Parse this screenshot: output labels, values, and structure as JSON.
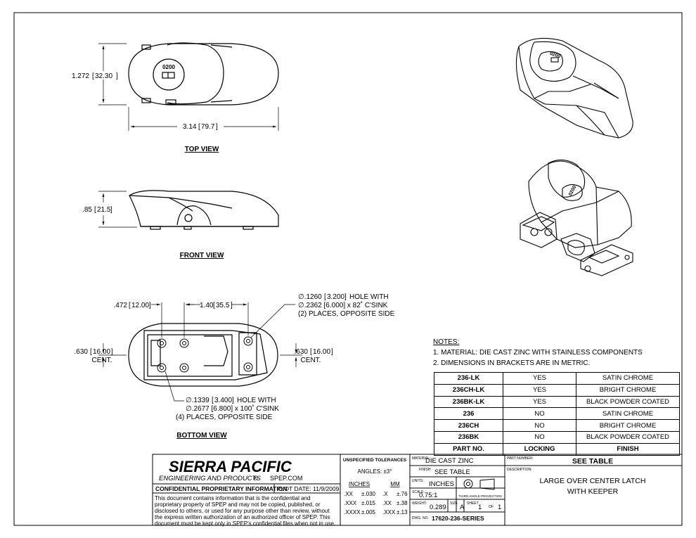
{
  "views": {
    "top": {
      "title": "TOP VIEW",
      "dim_height": "1.272",
      "dim_height_mm": "32.30",
      "dim_width": "3.14",
      "dim_width_mm": "79.7",
      "lock_code": "0200"
    },
    "front": {
      "title": "FRONT VIEW",
      "dim_height": ".85",
      "dim_height_mm": "21.5"
    },
    "bottom": {
      "title": "BOTTOM VIEW",
      "dim_offset": ".472",
      "dim_offset_mm": "12.00",
      "dim_spacing": "1.40",
      "dim_spacing_mm": "35.5",
      "dim_left_cent": ".630",
      "dim_left_cent_mm": "16.00",
      "dim_right_cent": ".630",
      "dim_right_cent_mm": "16.00",
      "cent_label": "CENT.",
      "hole1": {
        "line1": "∅.1260",
        "line1_mm": "3.200",
        "line1_tail": "HOLE WITH",
        "line2": "∅.2362 [6.000] x 82˚ C'SINK",
        "line3": "(2) PLACES, OPPOSITE SIDE"
      },
      "hole2": {
        "line1": "∅.1339",
        "line1_mm": "3.400",
        "line1_tail": "HOLE WITH",
        "line2": "∅.2677 [6.800] x 100˚ C'SINK",
        "line3": "(4) PLACES, OPPOSITE SIDE"
      }
    },
    "iso": {
      "lock_code": "0200"
    }
  },
  "notes": {
    "title": "NOTES:",
    "items": [
      "1.  MATERIAL: DIE CAST ZINC WITH STAINLESS COMPONENTS",
      "2.  DIMENSIONS IN BRACKETS ARE IN METRIC."
    ]
  },
  "parts_table": {
    "rows": [
      [
        "236-LK",
        "YES",
        "SATIN CHROME"
      ],
      [
        "236CH-LK",
        "YES",
        "BRIGHT CHROME"
      ],
      [
        "236BK-LK",
        "YES",
        "BLACK POWDER COATED"
      ],
      [
        "236",
        "NO",
        "SATIN CHROME"
      ],
      [
        "236CH",
        "NO",
        "BRIGHT CHROME"
      ],
      [
        "236BK",
        "NO",
        "BLACK POWDER COATED"
      ]
    ],
    "headers": [
      "PART NO.",
      "LOCKING",
      "FINISH"
    ]
  },
  "title_block": {
    "company": "SIERRA PACIFIC",
    "company_sub": "ENGINEERING AND PRODUCTS",
    "registered": "®",
    "website": "SPEP.COM",
    "confidential_label": "CONFIDENTIAL PROPRIETARY INFORMATION",
    "plot_date": "PLOT DATE: 11/9/2009",
    "disclaimer": [
      "This document contains information that is the confidential and",
      "proprietary property of SPEP and may not be copied, published, or",
      "disclosed to others, or used for any purpose  other than review, without",
      "the express written authorization of an authorized officer of SPEP. This",
      "document must be kept only in SPEP's confidential files when not in use."
    ],
    "tolerances": {
      "title": "UNSPECIFIED TOLERANCES",
      "angles": "ANGLES:  ±3°",
      "inches_hdr": "INCHES",
      "mm_hdr": "MM",
      "rows": [
        [
          ".XX",
          "±.030",
          ".X",
          "±.76"
        ],
        [
          ".XXX",
          "±.015",
          ".XX",
          "±.38"
        ],
        [
          ".XXXX",
          "±.005",
          ".XXX",
          "±.13"
        ]
      ]
    },
    "material_label": "MATERIAL:",
    "material": "DIE CAST ZINC",
    "finish_label": "FINISH:",
    "finish": "SEE TABLE",
    "units_label": "UNITS:",
    "units": "INCHES",
    "scale_label": "SCALE:",
    "scale": "0.75:1",
    "projection": "THIRD ANGLE PROJECTION",
    "weight_label": "WEIGHT:",
    "weight": "0.289",
    "size_label": "SIZE",
    "size": "A",
    "sheet_label": "SHEET",
    "sheet": "1",
    "of_label": "OF",
    "sheet_total": "1",
    "dwg_label": "DWG. NO.",
    "dwg_no": "17620-236-SERIES",
    "part_number_label": "PART NUMBER:",
    "part_number": "SEE TABLE",
    "description_label": "DESCRIPTION:",
    "description_line1": "LARGE OVER CENTER LATCH",
    "description_line2": "WITH KEEPER"
  }
}
